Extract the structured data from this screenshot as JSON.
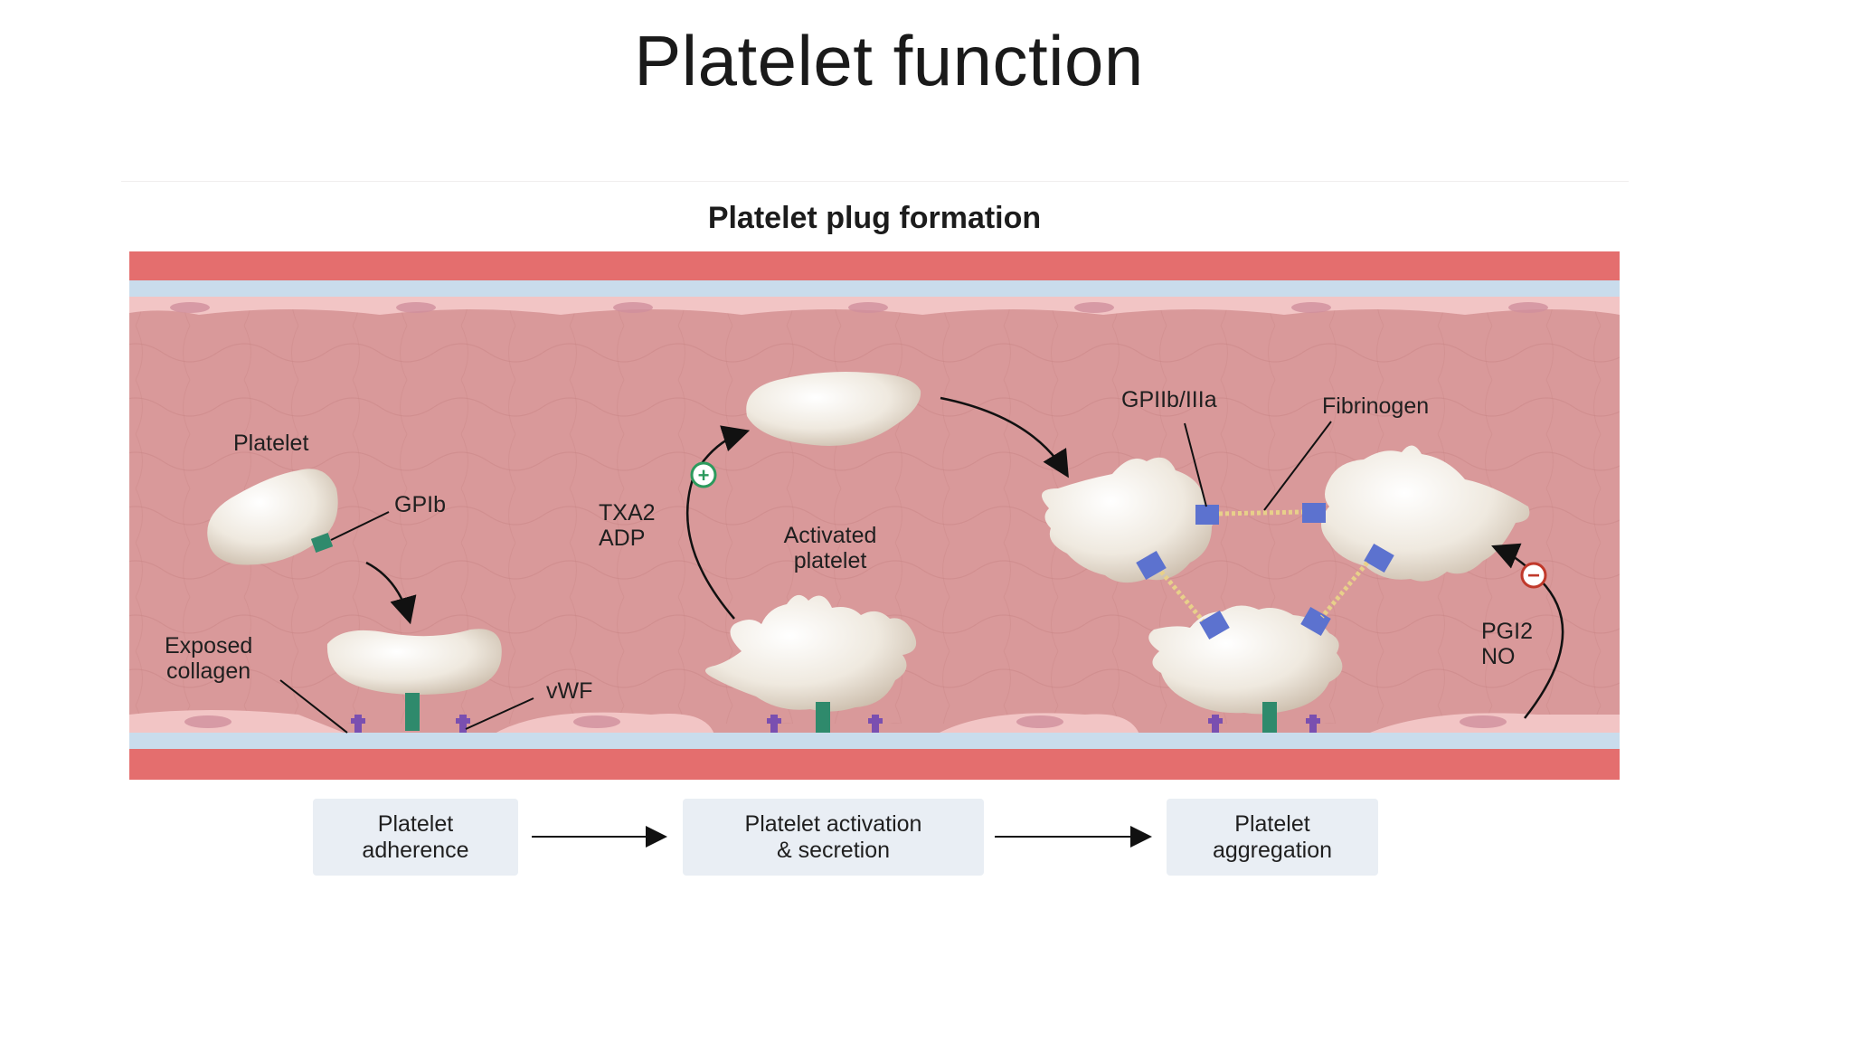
{
  "slide": {
    "title": "Platelet function"
  },
  "figure": {
    "title": "Platelet plug formation",
    "labels": {
      "platelet": "Platelet",
      "gpib": "GPIb",
      "exposed_collagen_1": "Exposed",
      "exposed_collagen_2": "collagen",
      "vwf": "vWF",
      "txa2": "TXA2",
      "adp": "ADP",
      "activated_1": "Activated",
      "activated_2": "platelet",
      "gpiib": "GPIIb/IIIa",
      "fibrinogen": "Fibrinogen",
      "pgi2": "PGI2",
      "no": "NO"
    },
    "signs": {
      "plus": "+",
      "minus": "−"
    },
    "steps": [
      {
        "label": "Platelet\nadherence"
      },
      {
        "label": "Platelet activation\n& secretion"
      },
      {
        "label": "Platelet\naggregation"
      }
    ],
    "colors": {
      "vessel_wall": "#e46e6e",
      "basement": "#c9dcec",
      "endothelium": "#f2c5c5",
      "lumen": "#d9999a",
      "platelet": "#f1ece3",
      "gpib": "#2f8a6c",
      "vwf": "#7a4fb0",
      "receptor": "#5c72cf",
      "fibrinogen": "#e8d08a",
      "plus_sign": "#2c9a5d",
      "minus_sign": "#c0392b"
    }
  }
}
